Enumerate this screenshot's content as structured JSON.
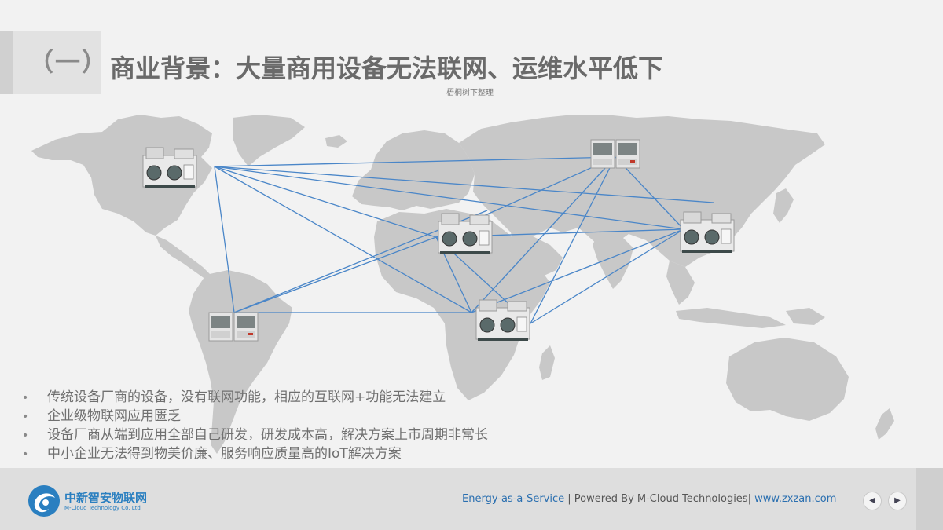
{
  "slide": {
    "section_number": "（一）",
    "title": "商业背景：大量商用设备无法联网、运维水平低下",
    "subtitle": "梧桐树下整理"
  },
  "map": {
    "continent_color": "#c8c8c8",
    "link_color": "#4a86c8",
    "device_icon": "chiller-unit-icon"
  },
  "bullets": [
    "传统设备厂商的设备，没有联网功能，相应的互联网+功能无法建立",
    "企业级物联网应用匮乏",
    "设备厂商从端到应用全部自己研发，研发成本高，解决方案上市周期非常长",
    "中小企业无法得到物美价廉、服务响应质量高的IoT解决方案"
  ],
  "bullet_marker": "•",
  "footer": {
    "logo_cn": "中新智安物联网",
    "logo_en": "M-Cloud Technology Co. Ltd",
    "tagline_eaas": "Energy-as-a-Service",
    "tagline_rest": " | Powered By M-Cloud Technologies| ",
    "tagline_site": "www.zxzan.com",
    "prev_icon": "◀",
    "next_icon": "▶"
  }
}
